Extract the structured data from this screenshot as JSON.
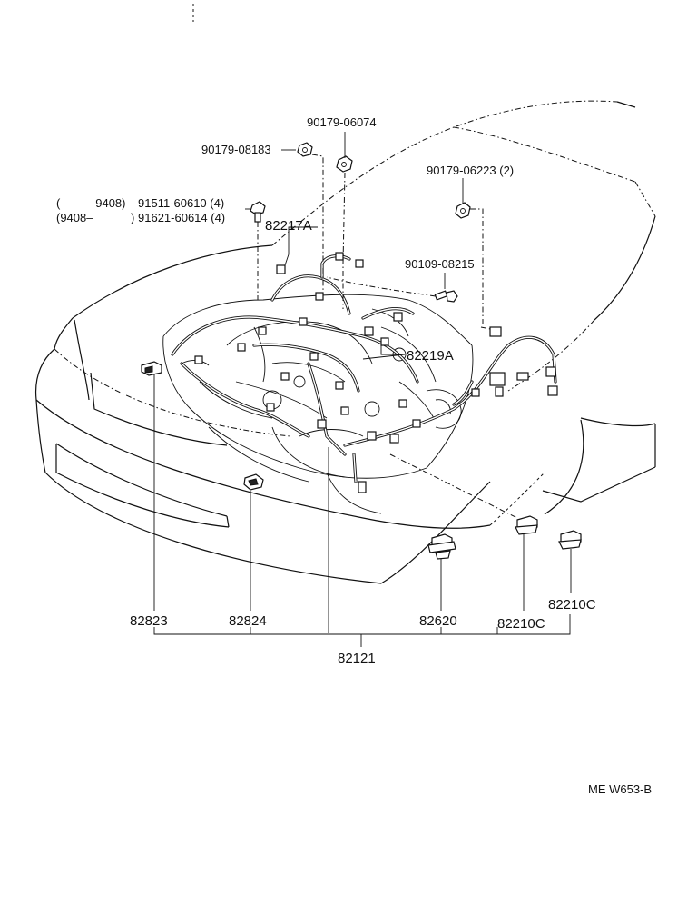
{
  "callouts": {
    "p90179_06074": "90179-06074",
    "p90179_08183": "90179-08183",
    "p90179_06223": "90179-06223 (2)",
    "range1_open": "(",
    "range1_to": "–9408)",
    "p91511": "91511-60610 (4)",
    "range2_from": "(9408–",
    "range2_close": ")",
    "p91621": "91621-60614 (4)",
    "p82217A": "82217A",
    "p90109_08215": "90109-08215",
    "p82219A": "82219A",
    "p82823": "82823",
    "p82824": "82824",
    "p82620": "82620",
    "p82210C_a": "82210C",
    "p82210C_b": "82210C",
    "p82121": "82121"
  },
  "footer": {
    "code": "ME  W653-B"
  }
}
